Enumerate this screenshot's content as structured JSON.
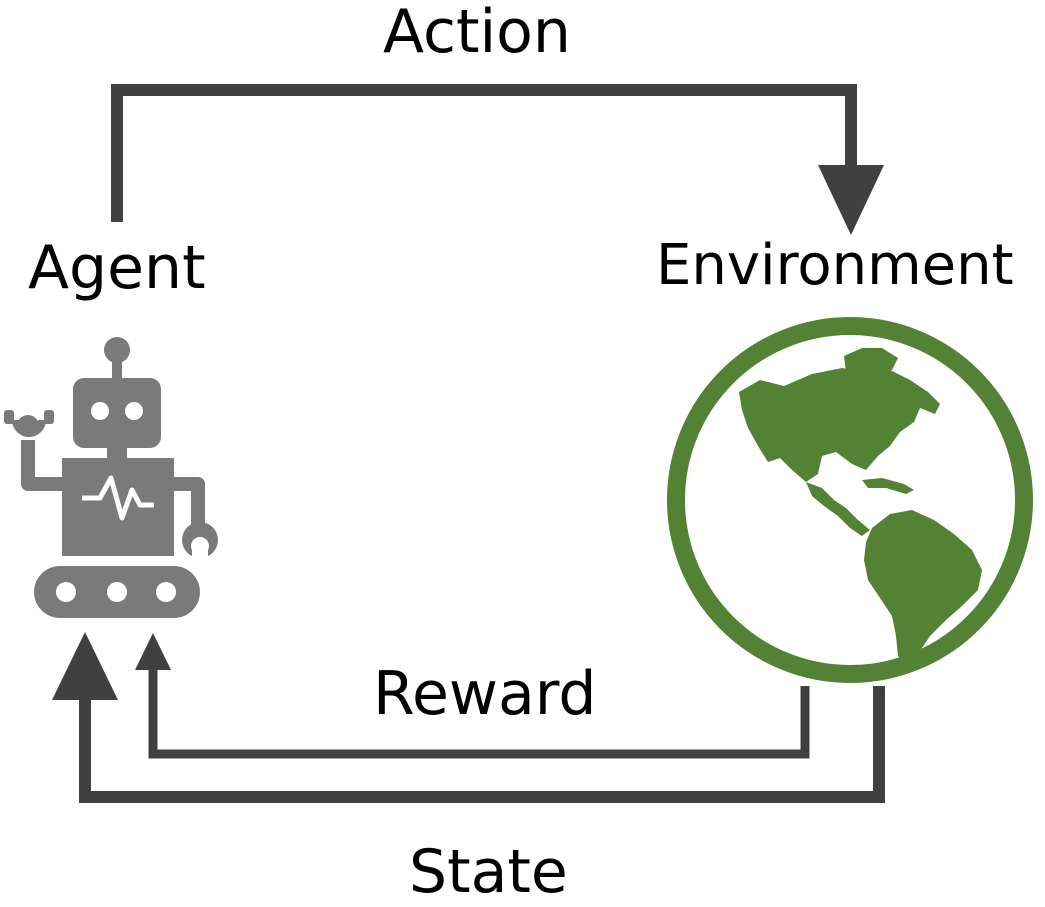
{
  "labels": {
    "action": "Action",
    "agent": "Agent",
    "environment": "Environment",
    "reward": "Reward",
    "state": "State"
  },
  "icons": {
    "agent": "robot-icon",
    "environment": "globe-icon"
  },
  "colors": {
    "arrow": "#404040",
    "robot": "#7a7a7a",
    "globe": "#548235",
    "text": "#000000"
  }
}
